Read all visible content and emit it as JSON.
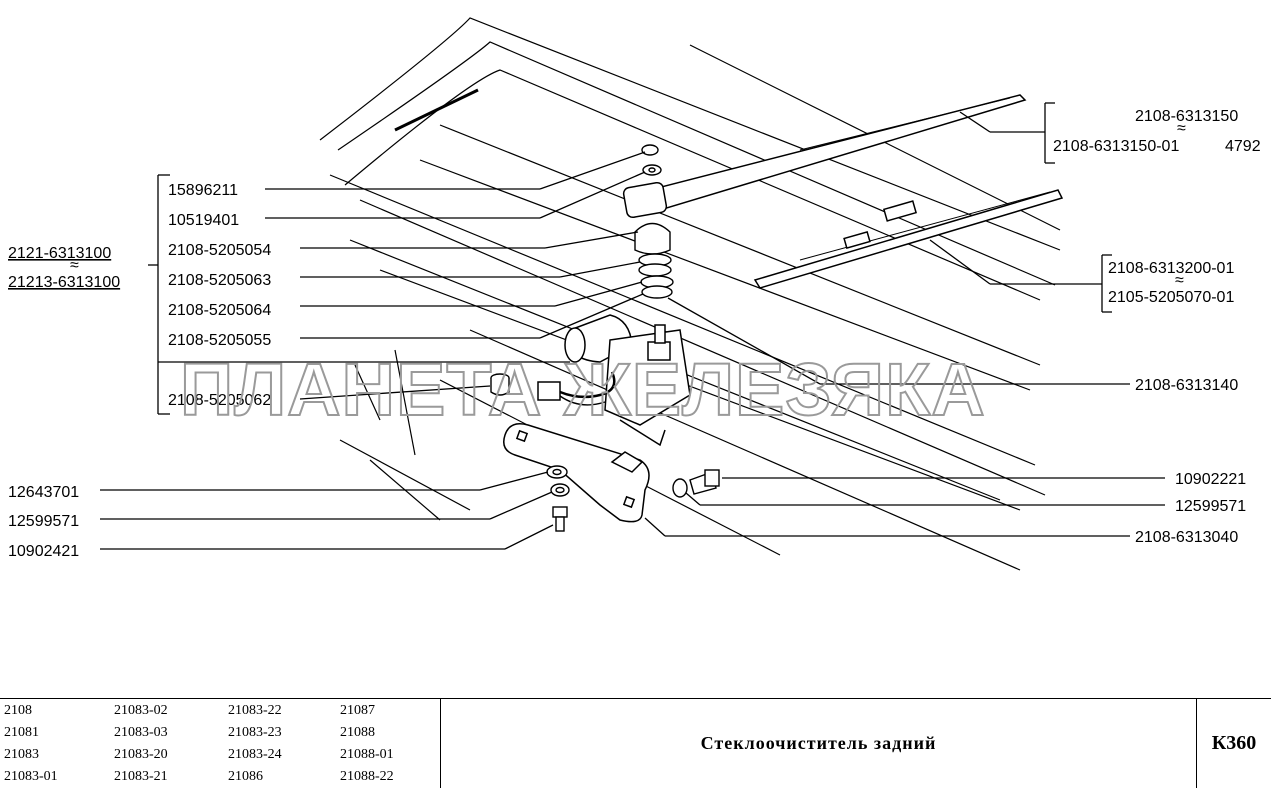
{
  "callouts": {
    "assembly_main": "2121-6313100",
    "assembly_alt": "21213-6313100",
    "p15896211": "15896211",
    "p10519401": "10519401",
    "p5054": "2108-5205054",
    "p5063": "2108-5205063",
    "p5064": "2108-5205064",
    "p5055": "2108-5205055",
    "p5062": "2108-5205062",
    "p12643701": "12643701",
    "p12599571_left": "12599571",
    "p10902421": "10902421",
    "arm_main": "2108-6313150",
    "arm_alt": "2108-6313150-01",
    "arm_alt_qty": "4792",
    "blade_main": "2108-6313200-01",
    "blade_alt": "2105-5205070-01",
    "motor": "2108-6313140",
    "p10902221": "10902221",
    "p12599571_right": "12599571",
    "bracket": "2108-6313040",
    "alt_symbol": "≈"
  },
  "watermark": "ПЛАНЕТА ЖЕЛЕЗЯКА",
  "titleblock": {
    "models": [
      [
        "2108",
        "21083-02",
        "21083-22",
        "21087"
      ],
      [
        "21081",
        "21083-03",
        "21083-23",
        "21088"
      ],
      [
        "21083",
        "21083-20",
        "21083-24",
        "21088-01"
      ],
      [
        "21083-01",
        "21083-21",
        "21086",
        "21088-22"
      ]
    ],
    "caption": "Стеклоочиститель задний",
    "code": "К360"
  }
}
